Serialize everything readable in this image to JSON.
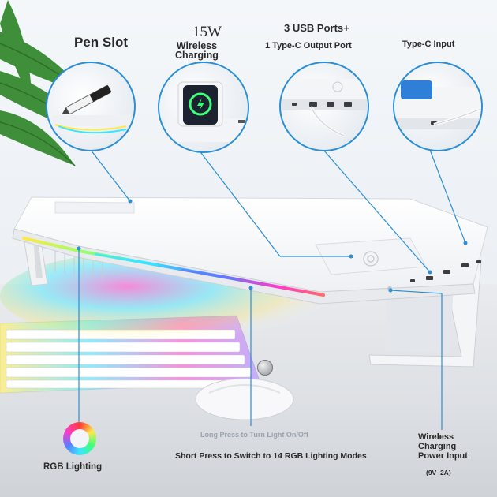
{
  "labels": {
    "pen_slot": "Pen Slot",
    "wattage": "15W",
    "wireless_charging": "Wireless\nCharging",
    "usb_ports": "3 USB Ports+",
    "type_c_output": "1 Type-C Output Port",
    "type_c_input": "Type-C Input",
    "light_toggle": "Long Press to Turn Light On/Off",
    "rgb_modes": "Short Press to Switch to 14 RGB Lighting Modes",
    "rgb_lighting": "RGB Lighting",
    "power_input": "Wireless\nCharging\nPower Input",
    "power_spec": "(9V  2A)"
  },
  "colors": {
    "callout_line": "#2b8fd6",
    "stand_body": "#f7f8fa",
    "rgb_cyan": "#38e6ff",
    "rgb_magenta": "#ff3cc8",
    "rgb_yellow": "#ffe84a"
  },
  "icons": {
    "pen": "marker-pen-icon",
    "phone": "smartphone-charging-icon",
    "usb": "usb-port-icon",
    "typec": "type-c-cable-icon",
    "rgb": "color-wheel-icon"
  }
}
